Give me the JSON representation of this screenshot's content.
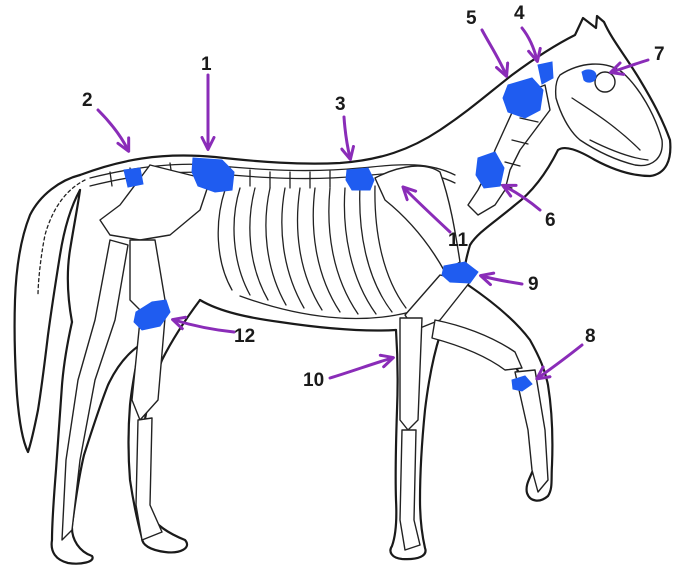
{
  "colors": {
    "highlight": "#1f5cf0",
    "arrow": "#8a2cb8",
    "outline": "#1a1a1a",
    "label": "#1a1a1a"
  },
  "labels": {
    "l1": "1",
    "l2": "2",
    "l3": "3",
    "l4": "4",
    "l5": "5",
    "l6": "6",
    "l7": "7",
    "l8": "8",
    "l9": "9",
    "l10": "10",
    "l11": "11",
    "l12": "12"
  }
}
